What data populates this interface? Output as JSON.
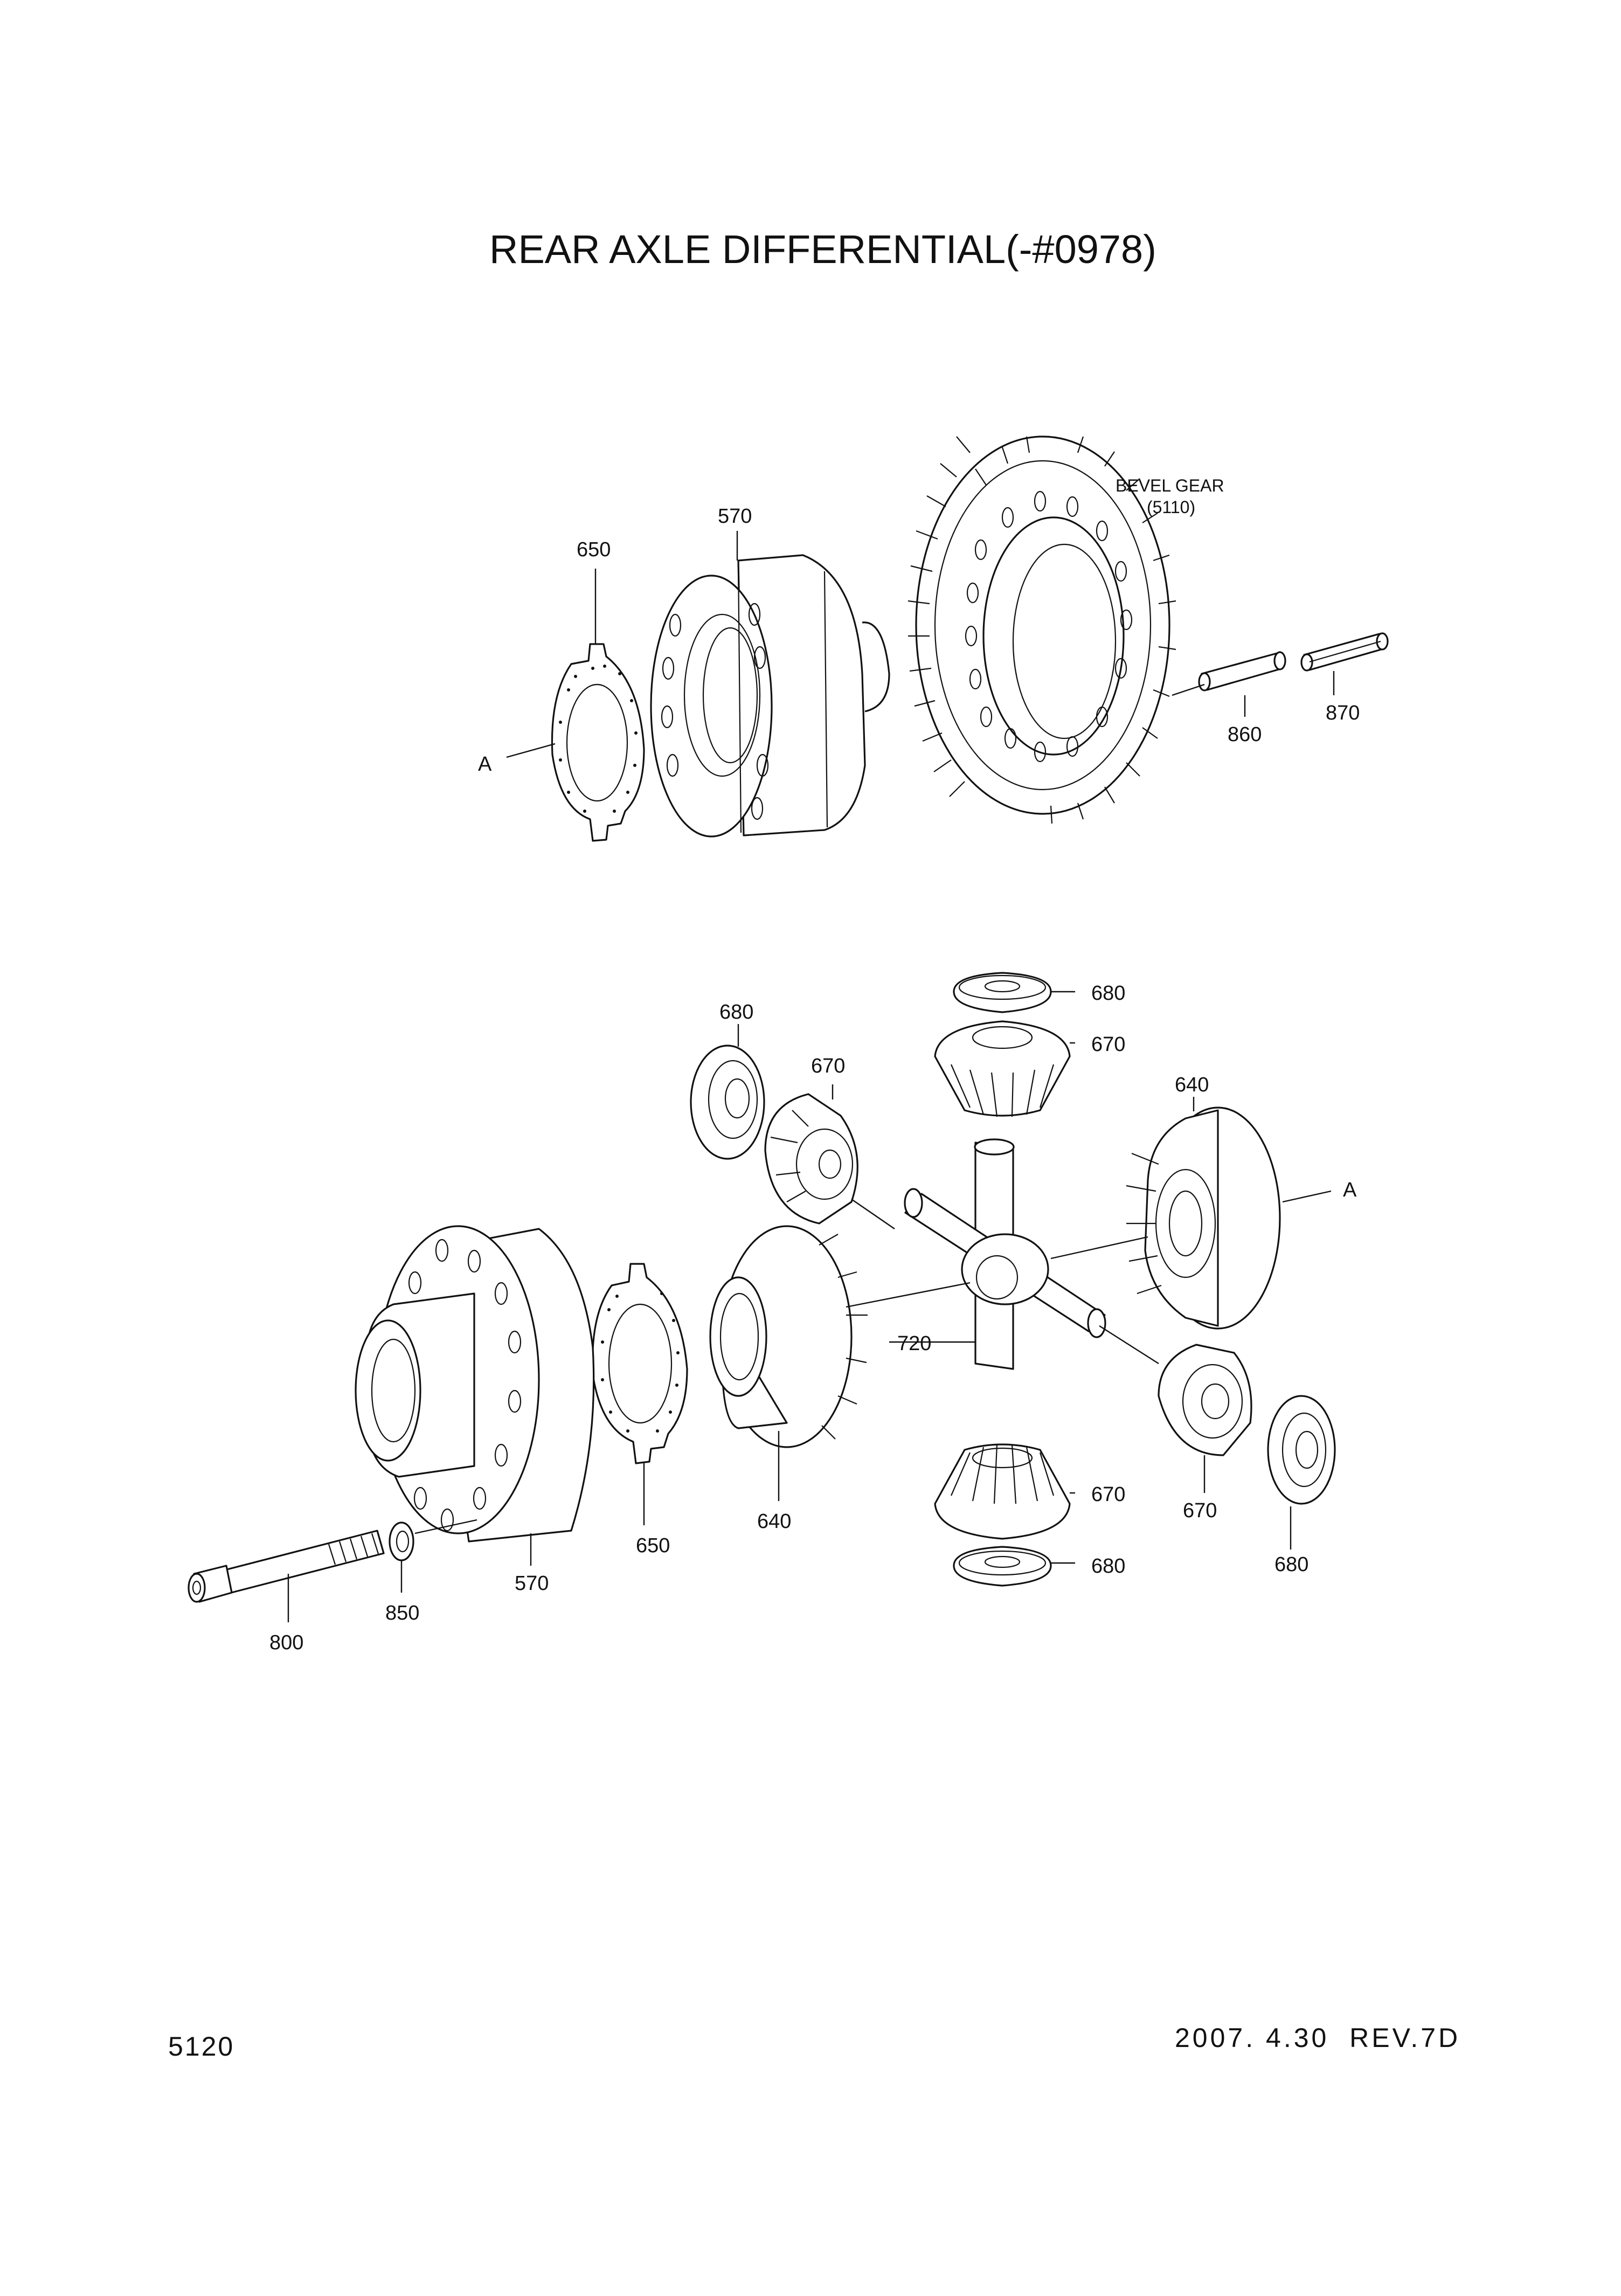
{
  "title": "REAR AXLE DIFFERENTIAL(-#0978)",
  "page_number": "5120",
  "revision": "2007. 4.30  REV.7D",
  "bevel_gear_note": {
    "line1": "BEVEL GEAR",
    "line2": "(5110)"
  },
  "callouts": {
    "top_570": "570",
    "top_650": "650",
    "top_A": "A",
    "top_860": "860",
    "top_870": "870",
    "c680_top": "680",
    "c670_top": "670",
    "c680_left": "680",
    "c670_left": "670",
    "c640_right": "640",
    "c_A_right": "A",
    "c720": "720",
    "c670_bottom": "670",
    "c680_bottom": "680",
    "c670_br": "670",
    "c680_br": "680",
    "c640_bottom": "640",
    "c650_bottom": "650",
    "c570_bottom": "570",
    "c850": "850",
    "c800": "800"
  }
}
